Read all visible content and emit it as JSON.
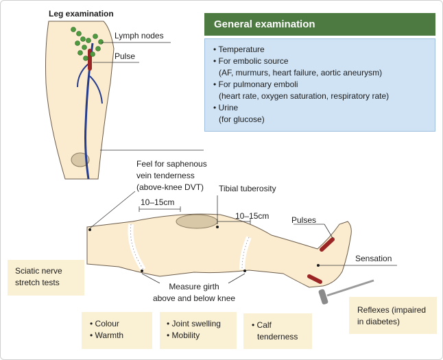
{
  "title": "Leg examination",
  "general_exam": {
    "heading": "General examination",
    "items": [
      {
        "bullet": "Temperature",
        "sub": ""
      },
      {
        "bullet": "For embolic source",
        "sub": "(AF, murmurs, heart failure, aortic aneurysm)"
      },
      {
        "bullet": "For pulmonary emboli",
        "sub": "(heart rate, oxygen saturation, respiratory rate)"
      },
      {
        "bullet": "Urine",
        "sub": "(for glucose)"
      }
    ]
  },
  "labels": {
    "lymph_nodes": "Lymph nodes",
    "pulse": "Pulse",
    "saphenous_line1": "Feel for saphenous",
    "saphenous_line2": "vein tenderness",
    "saphenous_line3": "(above-knee DVT)",
    "tibial_tuberosity": "Tibial tuberosity",
    "measure_left": "10–15cm",
    "measure_right": "10–15cm",
    "pulses": "Pulses",
    "sensation": "Sensation",
    "girth_line1": "Measure girth",
    "girth_line2": "above and below knee"
  },
  "boxes": {
    "sciatic": {
      "line1": "Sciatic nerve",
      "line2": "stretch tests"
    },
    "colour_warmth": [
      "Colour",
      "Warmth"
    ],
    "joint_mobility": [
      "Joint swelling",
      "Mobility"
    ],
    "calf": {
      "line1": "Calf",
      "line2": "tenderness"
    },
    "reflexes": {
      "line1": "Reflexes (impaired",
      "line2": "in diabetes)"
    }
  },
  "colors": {
    "skin": "#fbecd0",
    "outline": "#6a5a48",
    "vein": "#253b8c",
    "artery": "#9b2424",
    "lymph": "#4e9a3e",
    "panel_header": "#4d7a41",
    "panel_body": "#cfe3f5",
    "note_box": "#faf0d4"
  }
}
